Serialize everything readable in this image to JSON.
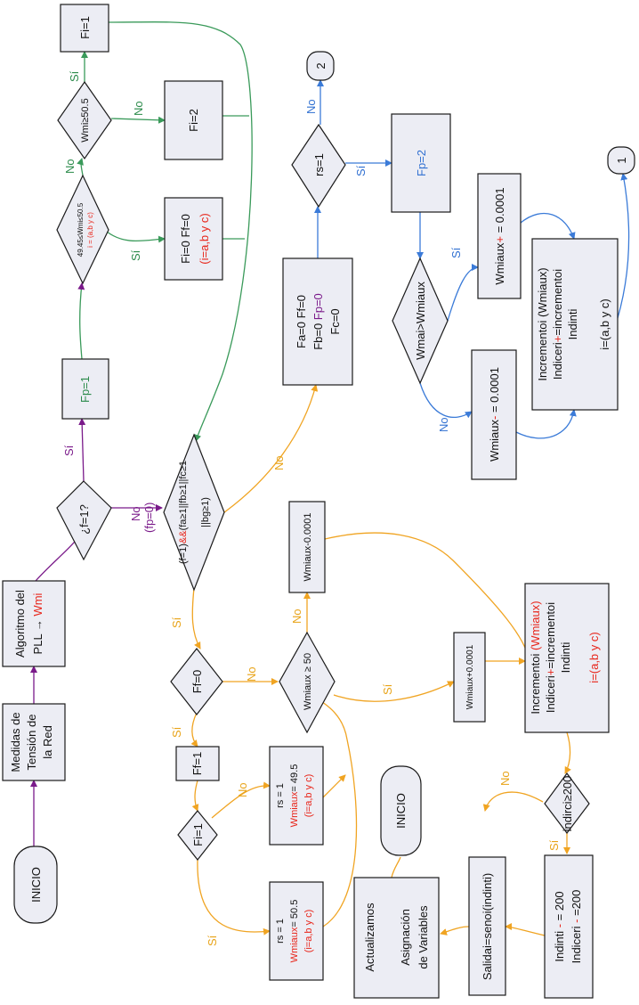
{
  "nodes": {
    "inicio_start": "INICIO",
    "medidas": [
      "Medidas de",
      "Tensión de",
      "la Red"
    ],
    "pll": [
      "Algoritmo del",
      "PLL → ",
      "Wmi"
    ],
    "cond_f1": "¿f=1?",
    "fp1": "Fp=1",
    "cond_range": [
      "49.45≤Wmi≤50.5",
      "i = (a,b y c)"
    ],
    "cond_wmi505": "Wmi≥50.5",
    "fi1_top": "Fi=1",
    "fi2": "Fi=2",
    "fi0ff0": [
      "Fi=0  Ff=0",
      "(i=a,b y c)"
    ],
    "cond_big": [
      "(f=1)",
      "&&",
      "(fa≥1||fb≥1||fc≥1",
      "||bg≥1)"
    ],
    "fa0": [
      "Fa=0  Ff=0",
      "Fb=0  ",
      "Fp=0",
      "Fc=0"
    ],
    "cond_rs1": "rs=1",
    "term2": "2",
    "fp2": "Fp=2",
    "cond_wmai": "Wmai>Wmiaux",
    "wmiaux_plus_top": [
      "Wmiaux",
      "+",
      " = 0.0001"
    ],
    "wmiaux_minus_top": [
      "Wmiaux",
      "-",
      " = 0.0001"
    ],
    "incr_top": [
      "Incrementoi (Wmiaux)",
      "Indiceri",
      "+",
      "=incrementoi",
      "Indinti",
      "i=(a,b y c)"
    ],
    "term1": "1",
    "cond_ff0": "Ff=0",
    "cond_wmiaux50": "Wmiaux ≥ 50",
    "wmiaux_minus_mid": "Wmiaux-0.0001",
    "wmiaux_plus_mid": "Wmiaux+0.0001",
    "incr_mid": [
      "Incrementoi ",
      "(Wmiaux)",
      "Indiceri",
      "+",
      "=incrementoi",
      "Indinti",
      "i=(a,b y c)"
    ],
    "ff1": "Ff=1",
    "cond_fi1": "Fi=1",
    "rs_495": [
      "rs = 1",
      "Wmiaux",
      "= 49.5",
      "(i=a,b y c)"
    ],
    "rs_505": [
      "rs = 1",
      "Wmiaux",
      "= 50.5",
      "(i=a,b y c)"
    ],
    "inicio_end": "INICIO",
    "actualizamos": [
      "Actualizamos",
      "Asignación",
      "de Variables"
    ],
    "cond_indirci": "indirci≥200",
    "salida": "Salidai=senoi(indinti)",
    "indinti200": [
      "Indinti  ",
      "-",
      " = 200",
      "Indiceri  ",
      "-",
      "  =200"
    ]
  },
  "edge_labels": {
    "si": "Sí",
    "no": "No",
    "no_fp0": [
      "No",
      "(fp=0)"
    ]
  }
}
